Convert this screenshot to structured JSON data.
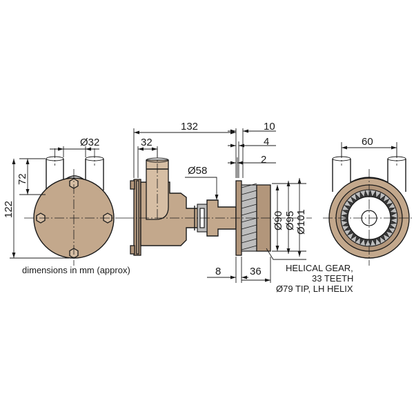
{
  "dimensions": {
    "left_width_dia": "Ø32",
    "left_port_height": "72",
    "left_total_height": "122",
    "side_overall_length": "132",
    "side_port_offset": "32",
    "side_outlet_dia": "Ø58",
    "side_dim_10": "10",
    "side_dim_4": "4",
    "side_dim_2": "2",
    "gear_dia_90": "Ø90",
    "gear_dia_95": "Ø95",
    "gear_dia_101": "Ø101",
    "bottom_dim_8": "8",
    "bottom_dim_36": "36",
    "right_port_spacing": "60"
  },
  "notes": {
    "units": "dimensions in mm (approx)",
    "gear_line1": "HELICAL GEAR,",
    "gear_line2": "33 TEETH",
    "gear_line3": "Ø79 TIP, LH HELIX"
  },
  "colors": {
    "bronze": "#c3a88c",
    "line": "#1a1a1a",
    "gear_dark": "#3a3a3a"
  }
}
